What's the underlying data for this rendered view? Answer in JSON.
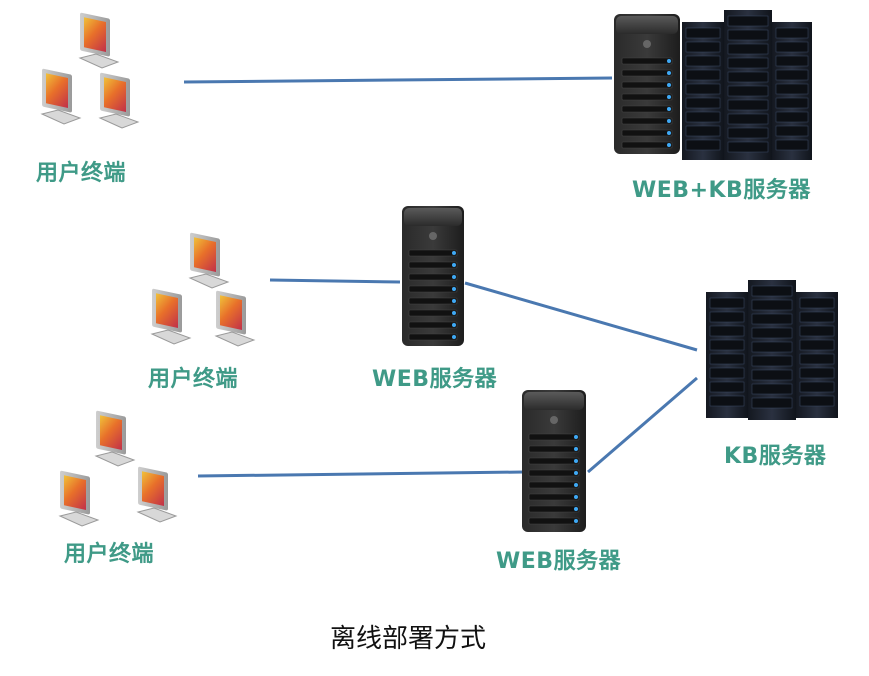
{
  "diagram": {
    "caption": "离线部署方式",
    "labels": {
      "user_terminal_1": "用户终端",
      "user_terminal_2": "用户终端",
      "user_terminal_3": "用户终端",
      "web_kb_server": "WEB+KB服务器",
      "web_server_1": "WEB服务器",
      "web_server_2": "WEB服务器",
      "kb_server": "KB服务器"
    },
    "colors": {
      "label": "#3f9a87",
      "connector": "#4a78b0",
      "caption": "#111111"
    },
    "icons": [
      "computer-terminal-icon",
      "server-tower-icon",
      "server-rack-icon"
    ]
  }
}
